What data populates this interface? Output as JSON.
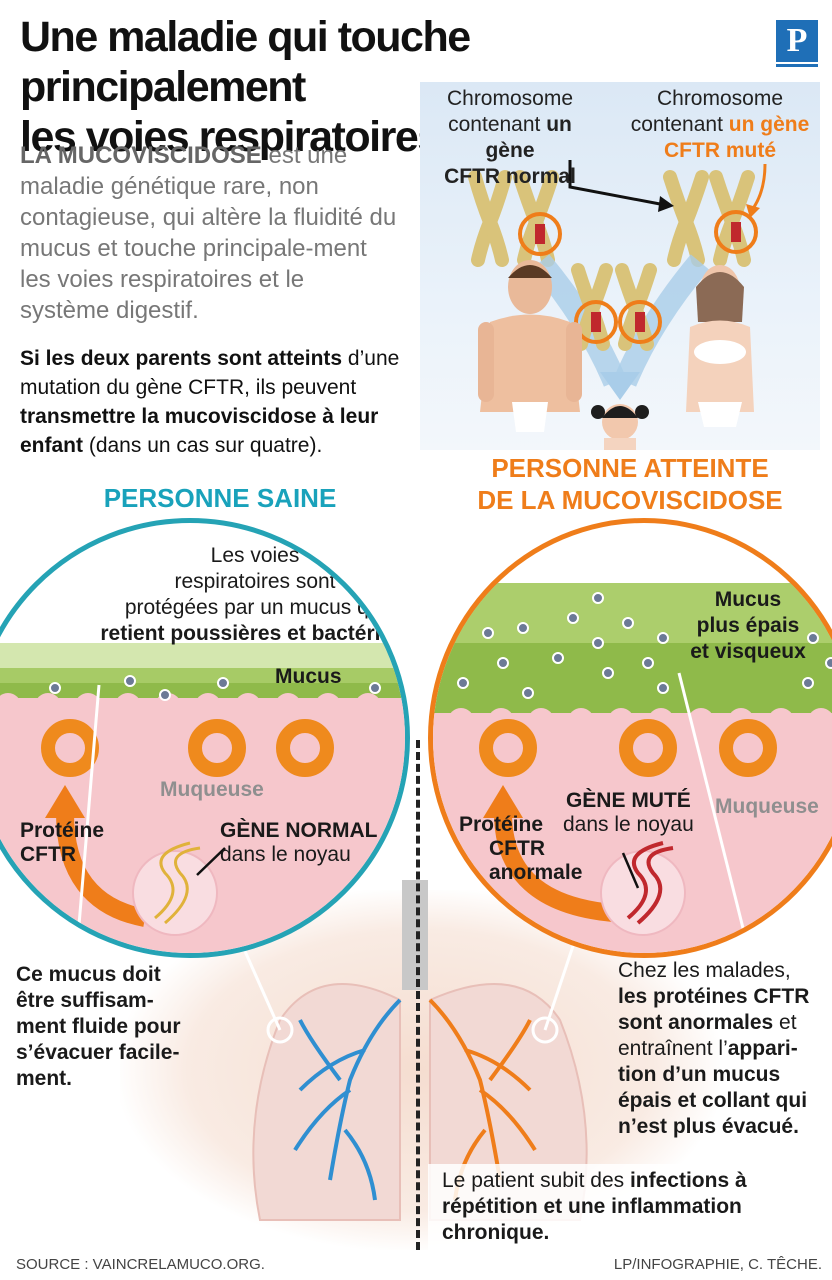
{
  "title": {
    "line1": "Une maladie qui touche principalement",
    "line2": "les voies respiratoires"
  },
  "logo": {
    "letter": "P"
  },
  "intro": {
    "lead": "LA MUCOVISCIDOSE",
    "rest": " est une maladie génétique rare, non contagieuse, qui altère la fluidité du mucus et touche principale-ment les voies respiratoires et le système digestif."
  },
  "transmission": {
    "bold1": "Si les deux parents sont atteints",
    "text1": " d’une mutation du gène CFTR, ils peuvent ",
    "bold2": "transmettre la mucoviscidose à leur enfant",
    "text2": " (dans un cas sur quatre)."
  },
  "chromosomes": {
    "normal_line1": "Chromosome",
    "normal_line2_pre": "contenant ",
    "normal_line2_bold": "un gène",
    "normal_line3": "CFTR normal",
    "mut_line1": "Chromosome",
    "mut_line2_pre": "contenant ",
    "mut_line2_bold": "un gène",
    "mut_line3": "CFTR muté"
  },
  "headings": {
    "healthy": "PERSONNE SAINE",
    "sick_line1": "PERSONNE ATTEINTE",
    "sick_line2": "DE LA MUCOVISCIDOSE"
  },
  "healthy": {
    "desc_l1": "Les voies",
    "desc_l2": "respiratoires sont",
    "desc_l3": "protégées par un mucus qui",
    "desc_l4": "retient poussières et bactéries.",
    "mucus": "Mucus",
    "muqueuse": "Muqueuse",
    "protein_l1": "Protéine",
    "protein_l2": "CFTR",
    "gene_bold": "GÈNE NORMAL",
    "gene_rest": "dans le noyau",
    "note_l1": "Ce mucus doit",
    "note_l2": "être suffisam-",
    "note_l3": "ment fluide pour",
    "note_l4": "s’évacuer facile-",
    "note_l5": "ment."
  },
  "sick": {
    "mucus_l1": "Mucus",
    "mucus_l2": "plus épais",
    "mucus_l3": "et visqueux",
    "muqueuse": "Muqueuse",
    "gene_bold": "GÈNE MUTÉ",
    "gene_rest": "dans le noyau",
    "protein_l1": "Protéine",
    "protein_l2": "CFTR",
    "protein_l3": "anormale",
    "note_l1": "Chez les malades,",
    "note_l2": "les protéines CFTR",
    "note_l3_bold": "sont anormales",
    "note_l3_rest": " et",
    "note_l4_pre": "entraînent l’",
    "note_l4_bold": "appari-",
    "note_l5": "tion d’un mucus",
    "note_l6": "épais et collant qui",
    "note_l7": "n’est plus évacué.",
    "patient_pre": "Le patient subit des ",
    "patient_bold1": "infections à",
    "patient_bold2": "répétition et une inflammation",
    "patient_bold3": "chronique."
  },
  "footer": {
    "source": "SOURCE : VAINCRELAMUCO.ORG.",
    "credit": "LP/INFOGRAPHIE, C. TÊCHE."
  },
  "colors": {
    "teal": "#1aa3b8",
    "orange": "#ef7d1a",
    "mucus_green": "#8fba4a",
    "mucosa_pink": "#f6c7cc"
  }
}
